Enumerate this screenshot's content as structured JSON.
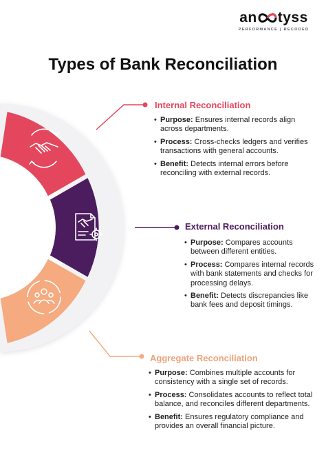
{
  "brand": {
    "name_left": "an",
    "name_right": "tyss",
    "tagline": "PERFORMANCE | RECODED"
  },
  "title": "Types of Bank Reconciliation",
  "colors": {
    "internal": "#e4475d",
    "external": "#4b1d5e",
    "aggregate": "#f5aa80"
  },
  "sections": [
    {
      "heading": "Internal Reconciliation",
      "icon": "handshake-icon",
      "points": [
        {
          "label": "Purpose:",
          "text": " Ensures internal records align across departments."
        },
        {
          "label": "Process:",
          "text": " Cross-checks ledgers and verifies transactions with general accounts."
        },
        {
          "label": "Benefit:",
          "text": " Detects internal errors before reconciling with external records."
        }
      ]
    },
    {
      "heading": "External Reconciliation",
      "icon": "contract-gear-icon",
      "points": [
        {
          "label": "Purpose:",
          "text": " Compares accounts between different entities."
        },
        {
          "label": "Process:",
          "text": " Compares internal records with bank statements and checks for processing delays."
        },
        {
          "label": "Benefit:",
          "text": " Detects discrepancies like bank fees and deposit timings."
        }
      ]
    },
    {
      "heading": "Aggregate Reconciliation",
      "icon": "team-cycle-icon",
      "points": [
        {
          "label": "Purpose:",
          "text": " Combines multiple accounts for consistency with a single set of records."
        },
        {
          "label": "Process:",
          "text": " Consolidates accounts to reflect total balance, and reconciles different departments."
        },
        {
          "label": "Benefit:",
          "text": " Ensures regulatory compliance and provides an overall financial picture."
        }
      ]
    }
  ]
}
